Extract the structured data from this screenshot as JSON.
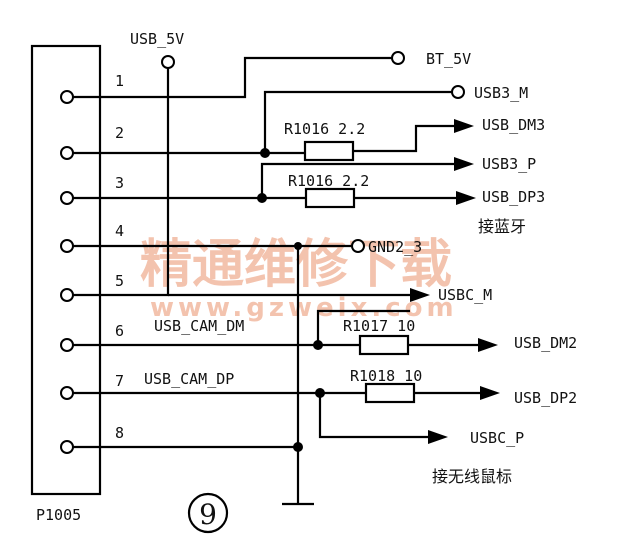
{
  "connector": {
    "designator": "P1005",
    "pins": [
      "1",
      "2",
      "3",
      "4",
      "5",
      "6",
      "7",
      "8"
    ]
  },
  "nets": {
    "usb_5v": "USB_5V",
    "bt_5v": "BT_5V",
    "usb3_m": "USB3_M",
    "usb_dm3": "USB_DM3",
    "usb3_p": "USB3_P",
    "usb_dp3": "USB_DP3",
    "gnd": "GND2_3",
    "usbc_m": "USBC_M",
    "usb_cam_dm": "USB_CAM_DM",
    "usb_dm2": "USB_DM2",
    "usb_cam_dp": "USB_CAM_DP",
    "usb_dp2": "USB_DP2",
    "usbc_p": "USBC_P"
  },
  "resistors": {
    "r1": "R1016 2.2",
    "r2": "R1016 2.2",
    "r3": "R1017 10",
    "r4": "R1018 10"
  },
  "notes": {
    "bluetooth": "接蓝牙",
    "wireless_mouse": "接无线鼠标"
  },
  "figure_number": "9",
  "watermark": {
    "line1": "精通维修下载",
    "line2": "www.gzweix.com"
  }
}
